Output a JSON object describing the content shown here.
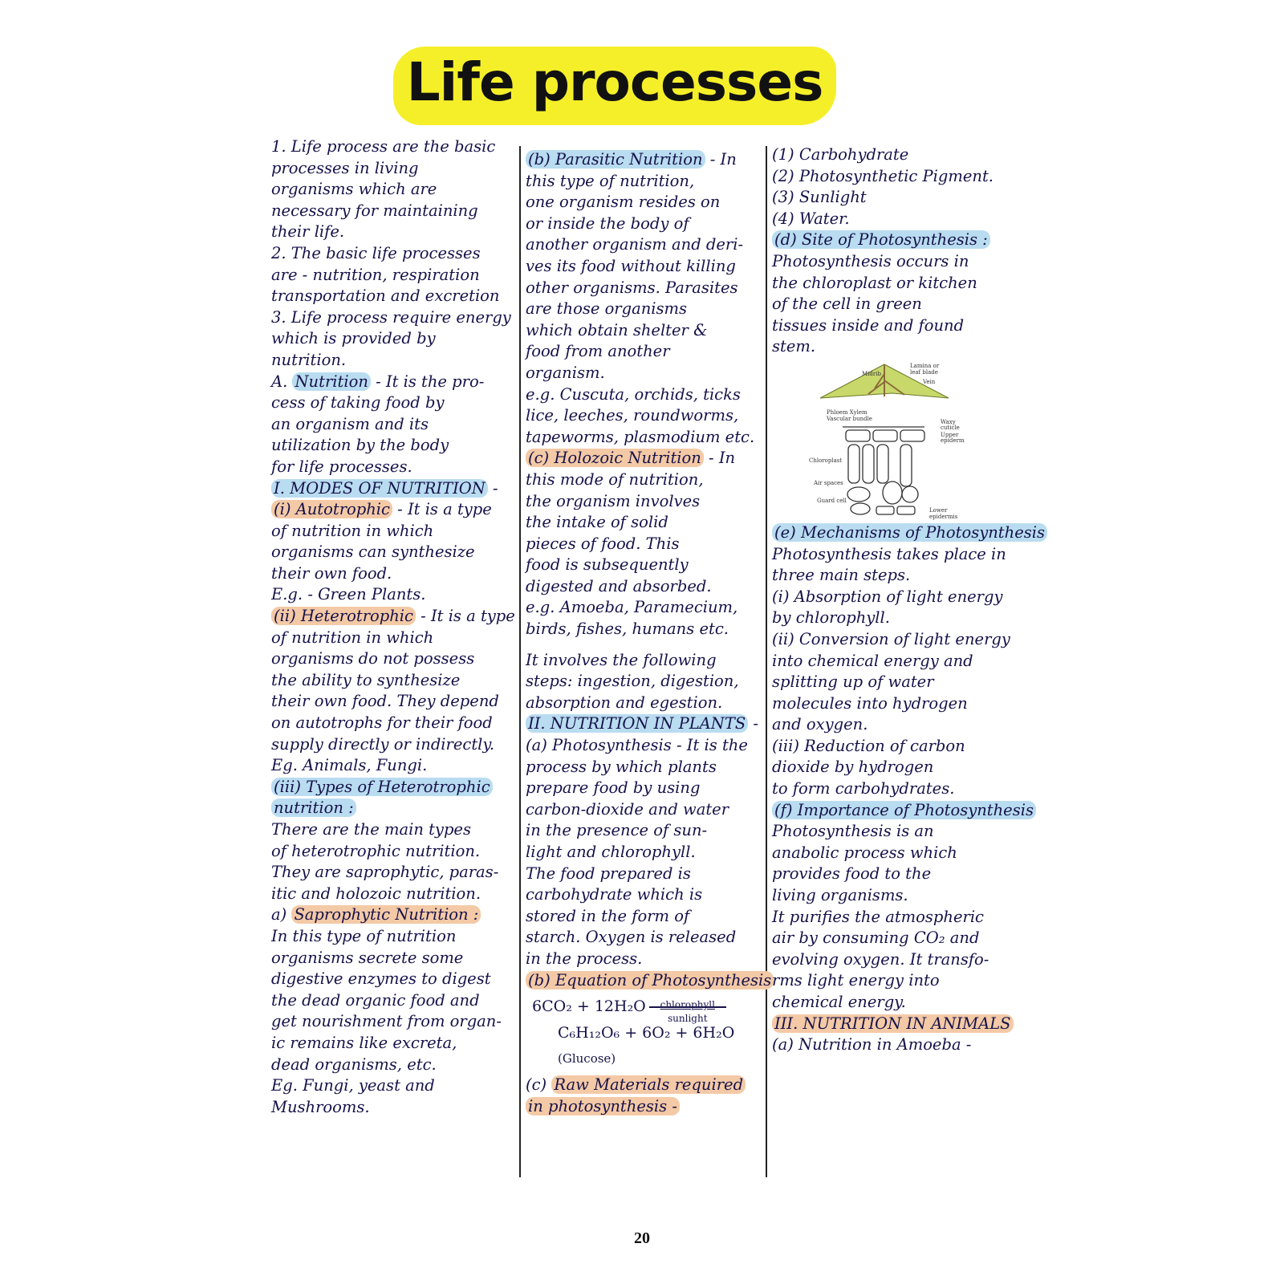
{
  "title": "Life processes",
  "page_number": "20",
  "highlight_colors": {
    "blue": "#b9dcf0",
    "orange": "#f3c9a6",
    "title": "#f5ef2a"
  },
  "columns": [
    {
      "lines": [
        "1. Life process are the basic",
        "processes in living",
        "organisms which are",
        "necessary for maintaining",
        "their life.",
        "2. The basic life processes",
        "are - nutrition, respiration",
        "transportation and excretion",
        "3. Life process require energy",
        "which is provided by",
        "nutrition.",
        {
          "pre": "A. ",
          "h": "Nutrition",
          "t": " - It is the pro-",
          "c": "blue"
        },
        "cess of taking food by",
        "an organism and its",
        "utilization by the body",
        "for life processes.",
        {
          "pre": "",
          "h": "I. MODES OF NUTRITION",
          "t": " -",
          "c": "blue"
        },
        {
          "pre": "",
          "h": "(i) Autotrophic",
          "t": " - It is a type",
          "c": "orange"
        },
        "of nutrition in which",
        "organisms can synthesize",
        "their own food.",
        "E.g. - Green Plants.",
        {
          "pre": "",
          "h": "(ii) Heterotrophic",
          "t": " - It is a type",
          "c": "orange"
        },
        "of nutrition in which",
        "organisms do not possess",
        "the ability to synthesize",
        "their own food. They depend",
        "on autotrophs for their food",
        "supply directly or indirectly.",
        "Eg. Animals, Fungi.",
        {
          "pre": "",
          "h": "(iii) Types of Heterotrophic",
          "t": "",
          "c": "blue"
        },
        {
          "pre": "   ",
          "h": "nutrition :",
          "t": "",
          "c": "blue"
        },
        "There are the main types",
        "of heterotrophic nutrition.",
        "They are saprophytic, paras-",
        "itic and holozoic nutrition.",
        {
          "pre": "a) ",
          "h": "Saprophytic Nutrition :",
          "t": "",
          "c": "orange"
        },
        "In this type of nutrition",
        "organisms secrete some",
        "digestive enzymes to digest",
        "the dead organic food and",
        "get nourishment from organ-",
        "ic remains like excreta,",
        "dead organisms, etc.",
        "Eg. Fungi, yeast and",
        "      Mushrooms."
      ]
    },
    {
      "lines": [
        {
          "pre": "",
          "h": "(b) Parasitic Nutrition",
          "t": " - In",
          "c": "blue"
        },
        "this type of nutrition,",
        "one organism resides on",
        "or inside the body of",
        "another organism and deri-",
        "ves its food without killing",
        "other organisms. Parasites",
        "are those organisms",
        "which obtain shelter &",
        "food from another",
        "organism.",
        "e.g. Cuscuta, orchids, ticks",
        "lice, leeches, roundworms,",
        "tapeworms, plasmodium etc.",
        {
          "pre": "",
          "h": "(c) Holozoic Nutrition",
          "t": " - In",
          "c": "orange"
        },
        "this mode of nutrition,",
        "the organism involves",
        "the intake of solid",
        "pieces of food. This",
        "food is subsequently",
        "digested and absorbed.",
        "e.g. Amoeba, Paramecium,",
        "birds, fishes, humans etc.",
        "",
        "It involves the following",
        "steps: ingestion, digestion,",
        "absorption and egestion.",
        {
          "pre": "",
          "h": "II. NUTRITION IN PLANTS",
          "t": " -",
          "c": "blue"
        },
        "(a) Photosynthesis - It is the",
        "process by which plants",
        "prepare food by using",
        "carbon-dioxide and water",
        "in the presence of sun-",
        "light and chlorophyll.",
        "The food prepared is",
        "carbohydrate which is",
        "stored in the form of",
        "starch. Oxygen is released",
        "in the process.",
        {
          "pre": "",
          "h": "(b) Equation of Photosynthesis",
          "t": "",
          "c": "orange"
        }
      ],
      "equation": {
        "reactants": "6CO₂ + 12H₂O",
        "above_arrow": "chlorophyll",
        "below_arrow": "sunlight",
        "products": "C₆H₁₂O₆ + 6O₂ + 6H₂O",
        "note": "(Glucose)"
      },
      "after_lines": [
        {
          "pre": "(c) ",
          "h": "Raw Materials required",
          "t": "",
          "c": "orange"
        },
        {
          "pre": "    ",
          "h": "in photosynthesis -",
          "t": "",
          "c": "orange"
        }
      ]
    },
    {
      "lines": [
        "(1) Carbohydrate",
        "(2) Photosynthetic Pigment.",
        "(3) Sunlight",
        "(4) Water.",
        {
          "pre": "",
          "h": "(d) Site of Photosynthesis :",
          "t": "",
          "c": "blue"
        },
        "Photosynthesis occurs in",
        "the chloroplast or kitchen",
        "of the cell in green",
        "tissues inside and found",
        "stem."
      ],
      "diagram_labels": {
        "midrib": "Midrib",
        "lamina": "Lamina or",
        "lamina2": "leaf blade",
        "vein": "Vein",
        "phloem_xylem": "Phloem Xylem",
        "vascular": "Vascular bundle",
        "waxy": "Waxy",
        "cuticle": "cuticle",
        "upper": "Upper",
        "epidermis": "epidermis",
        "chloroplast": "Chloroplast",
        "air": "Air spaces",
        "guard": "Guard cell",
        "lower": "Lower",
        "lower_epidermis": "epidermis"
      },
      "after_lines": [
        {
          "pre": "",
          "h": "(e) Mechanisms of Photosynthesis",
          "t": "",
          "c": "blue"
        },
        "Photosynthesis takes place in",
        "three main steps.",
        "(i) Absorption of light energy",
        "    by chlorophyll.",
        "(ii) Conversion of light energy",
        "into chemical energy and",
        "splitting up of water",
        "molecules into hydrogen",
        "and oxygen.",
        "(iii) Reduction of carbon",
        "    dioxide by hydrogen",
        "    to form carbohydrates.",
        {
          "pre": "",
          "h": "(f) Importance of Photosynthesis",
          "t": "",
          "c": "blue"
        },
        "Photosynthesis is an",
        "anabolic process which",
        "provides food to the",
        "living organisms.",
        "It purifies the atmospheric",
        "air by consuming CO₂ and",
        "evolving oxygen. It transfo-",
        "rms light energy into",
        "chemical energy.",
        {
          "pre": "",
          "h": "III. NUTRITION IN ANIMALS",
          "t": "",
          "c": "orange"
        },
        "(a) Nutrition in Amoeba -"
      ]
    }
  ]
}
